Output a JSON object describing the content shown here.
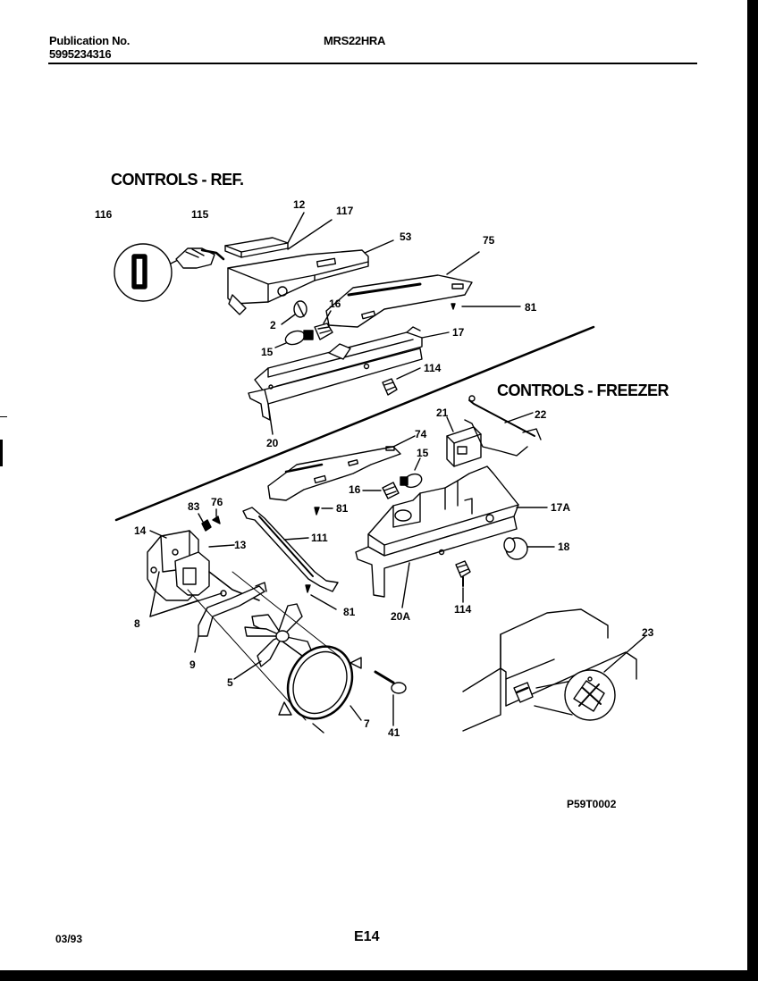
{
  "header": {
    "publication_label": "Publication No.",
    "publication_number": "5995234316",
    "model": "MRS22HRA"
  },
  "sections": {
    "ref_title": "CONTROLS - REF.",
    "freezer_title": "CONTROLS - FREEZER"
  },
  "callouts": {
    "c116": "116",
    "c115": "115",
    "c12": "12",
    "c117": "117",
    "c53": "53",
    "c75": "75",
    "c2": "2",
    "c16a": "16",
    "c15a": "15",
    "c17": "17",
    "c81a": "81",
    "c114a": "114",
    "c20": "20",
    "c21": "21",
    "c22": "22",
    "c74": "74",
    "c15b": "15",
    "c16b": "16",
    "c81b": "81",
    "c17A": "17A",
    "c18": "18",
    "c114b": "114",
    "c20A": "20A",
    "c83": "83",
    "c76": "76",
    "c111": "111",
    "c14": "14",
    "c13": "13",
    "c8": "8",
    "c81c": "81",
    "c9": "9",
    "c5": "5",
    "c7": "7",
    "c41": "41",
    "c23": "23"
  },
  "footer": {
    "diagram_code": "P59T0002",
    "date": "03/93",
    "page": "E14"
  }
}
